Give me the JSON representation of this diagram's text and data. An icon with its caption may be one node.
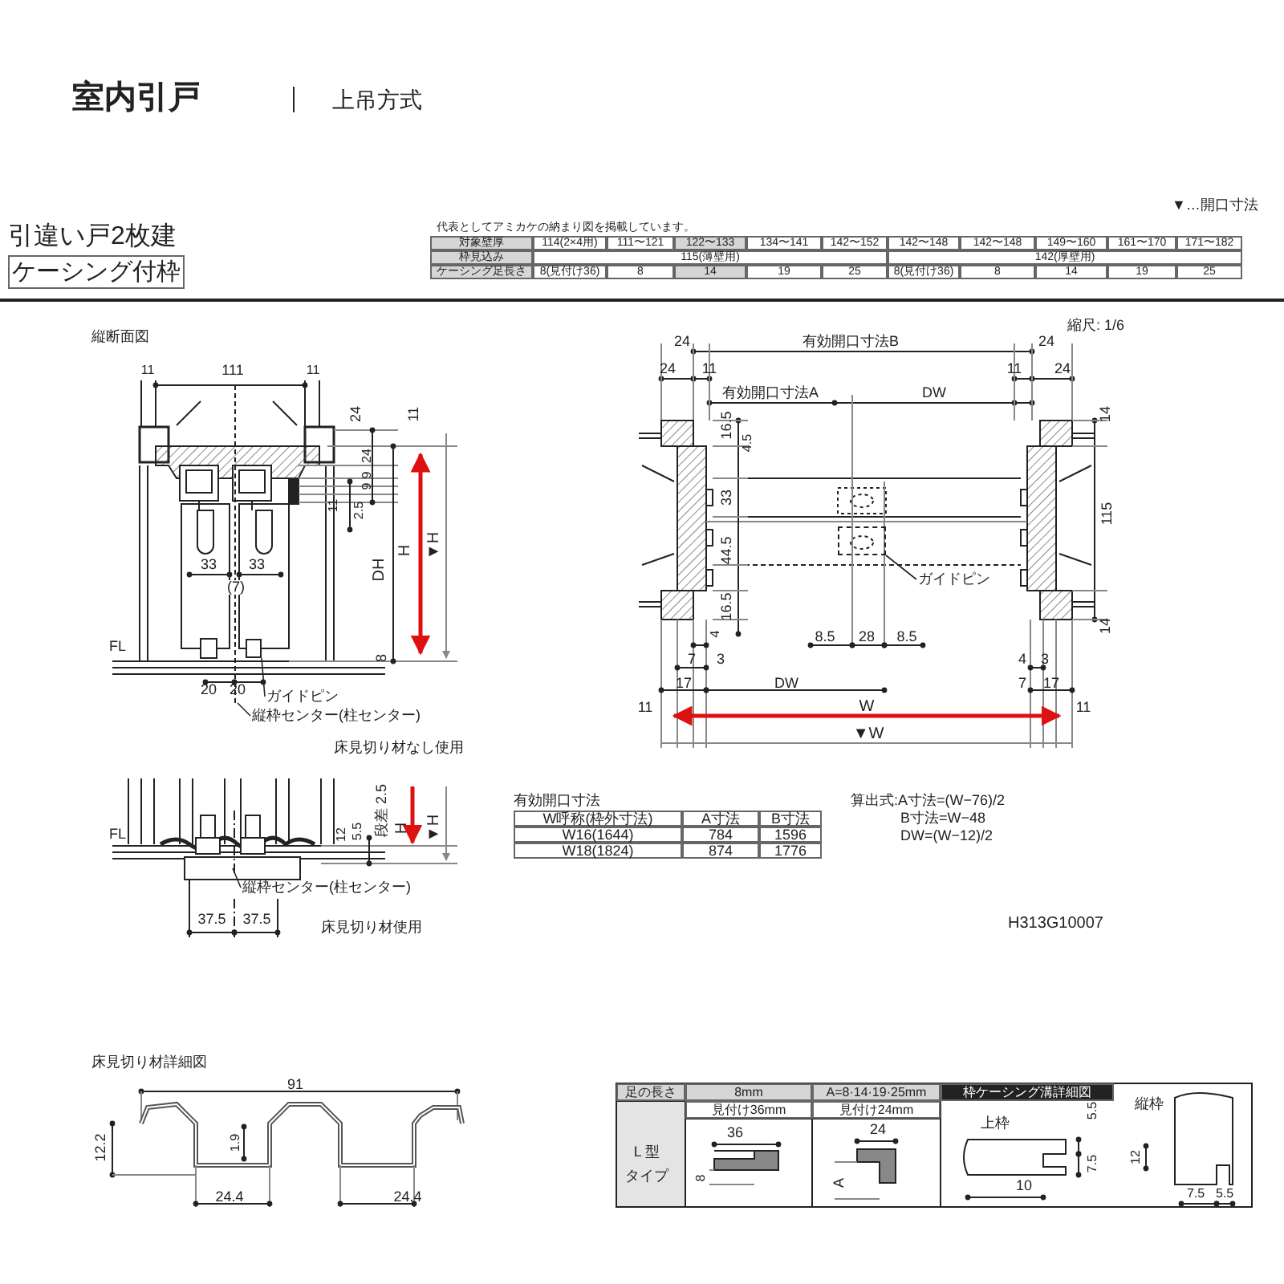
{
  "diagram": {
    "title": "室内引戸",
    "nodes": [
      {
        "text": [
          "ガイドピン"
        ]
      },
      {
        "text": [
          "縦枠センター(柱センター)"
        ]
      },
      {
        "text": [
          "ガイドピン"
        ]
      },
      {
        "text": [
          "縦枠センター(柱センター)"
        ]
      },
      {
        "text": [],
        "shape": "box"
      },
      {
        "text": [],
        "shape": "box"
      },
      {
        "text": [],
        "shape": "line"
      }
    ],
    "edges": [
      {
        "from": 0,
        "to": 4,
        "arrow": "none"
      },
      {
        "from": 1,
        "to": 6,
        "arrow": "none"
      },
      {
        "from": 2,
        "to": 5,
        "arrow": "none"
      },
      {
        "from": 3,
        "to": null,
        "arrow": "none"
      }
    ],
    "labels": [
      "上吊方式",
      "▼…開口寸法",
      "引違い戸2枚建",
      "ケーシング付枠",
      "代表としてアミカケの納まり図を掲載しています。",
      "対象壁厚",
      "114(2×4用)",
      "111〜121",
      "122〜133",
      "134〜141",
      "142〜152",
      "142〜148",
      "142〜148",
      "149〜160",
      "161〜170",
      "171〜182",
      "枠見込み",
      "115(薄壁用)",
      "142(厚壁用)",
      "ケーシング足長さ",
      "8(見付け36)",
      "8",
      "14",
      "19",
      "25",
      "8(見付け36)",
      "8",
      "14",
      "19",
      "25",
      "縦断面図",
      "11",
      "111",
      "11",
      "24",
      "11",
      "24",
      "9",
      "9",
      "11",
      "2.5",
      "DH",
      "H",
      "▼H",
      "33",
      "33",
      "(7)",
      "FL",
      "8",
      "20",
      "20",
      "床見切り材なし使用",
      "段差 2.5",
      "12",
      "5.5",
      "H",
      "▼H",
      "FL",
      "37.5",
      "37.5",
      "床見切り材使用",
      "縮尺: 1/6",
      "24",
      "有効開口寸法B",
      "24",
      "24",
      "11",
      "11",
      "24",
      "有効開口寸法A",
      "DW",
      "14",
      "16.5",
      "4.5",
      "33",
      "115",
      "44.5",
      "16.5",
      "14",
      "4",
      "8.5",
      "28",
      "8.5",
      "7",
      "3",
      "4",
      "3",
      "17",
      "DW",
      "7",
      "17",
      "11",
      "W",
      "11",
      "▼W",
      "有効開口寸法",
      "W呼称(枠外寸法)",
      "A寸法",
      "B寸法",
      "W16(1644)",
      "784",
      "1596",
      "W18(1824)",
      "874",
      "1776",
      "算出式:A寸法=(W−76)/2",
      "B寸法=W−48",
      "DW=(W−12)/2",
      "H313G10007",
      "床見切り材詳細図",
      "91",
      "12.2",
      "1.9",
      "24.4",
      "24.4",
      "足の長さ",
      "8mm",
      "A=8·14·19·25mm",
      "枠ケーシング溝詳細図",
      "見付け36mm",
      "見付け24mm",
      "L 型",
      "タイプ",
      "36",
      "8",
      "24",
      "A",
      "上枠",
      "5.5",
      "7.5",
      "10",
      "縦枠",
      "12",
      "7.5",
      "5.5"
    ]
  }
}
